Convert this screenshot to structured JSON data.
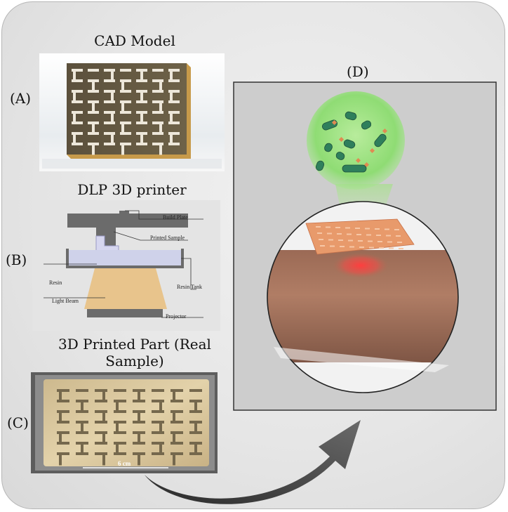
{
  "panels": {
    "a": {
      "tag": "(A)",
      "title": "CAD Model"
    },
    "b": {
      "tag": "(B)",
      "title": "DLP 3D printer",
      "labels": {
        "build_plate": "Build Plate",
        "printed_sample": "Printed Sample",
        "resin": "Resin",
        "resin_tank": "Resin Tank",
        "light_beam": "Light Beam",
        "projector": "Projector"
      }
    },
    "c": {
      "tag": "(C)",
      "title_line1": "3D Printed Part (Real",
      "title_line2": "Sample)",
      "scale_label": "6 cm"
    },
    "d": {
      "tag": "(D)"
    }
  },
  "icons": {
    "arrow": "curved-arrow-icon"
  }
}
